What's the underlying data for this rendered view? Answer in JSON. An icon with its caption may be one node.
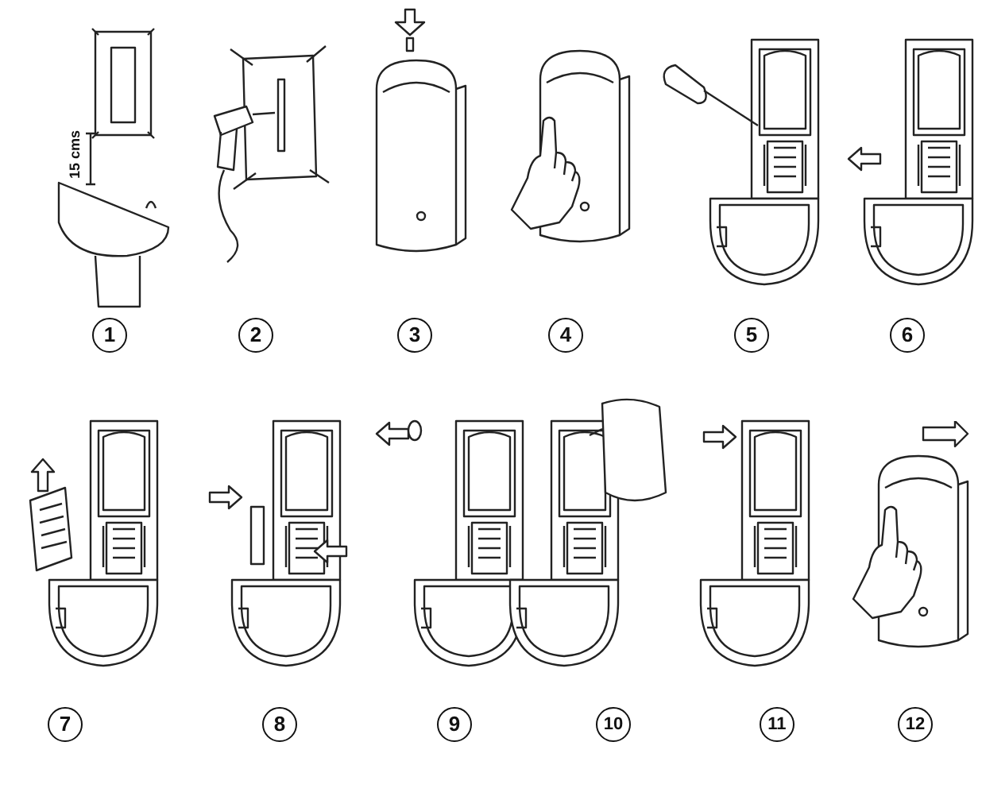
{
  "diagram": {
    "labels": [
      "15 cms",
      "1",
      "2",
      "3",
      "4",
      "5",
      "6",
      "7",
      "8",
      "9",
      "10",
      "11",
      "12"
    ]
  }
}
